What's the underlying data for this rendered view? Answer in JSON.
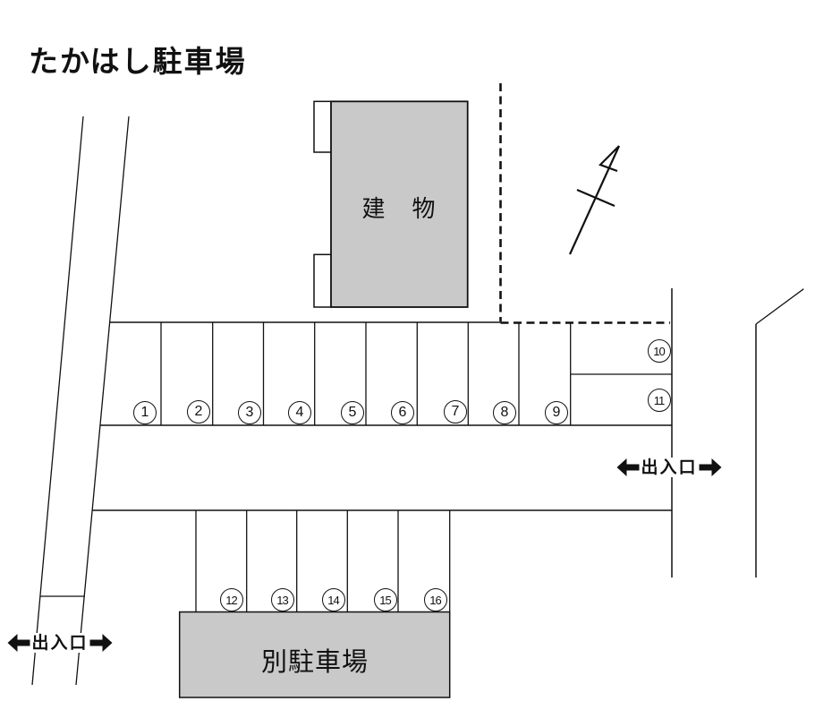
{
  "title": "たかはし駐車場",
  "building": {
    "label": "建　物"
  },
  "annex": {
    "label": "別駐車場"
  },
  "entrances": {
    "right_label": "出入口",
    "left_label": "出入口"
  },
  "spaces": [
    "1",
    "2",
    "3",
    "4",
    "5",
    "6",
    "7",
    "8",
    "9",
    "10",
    "11",
    "12",
    "13",
    "14",
    "15",
    "16"
  ],
  "icons": {
    "north_arrow": "north-arrow",
    "entrance_left_arrow": "left-arrow",
    "entrance_right_arrow": "right-arrow"
  },
  "colors": {
    "building_fill": "#c9c9c9",
    "annex_fill": "#c9c9c9",
    "line": "#111111",
    "background": "#ffffff"
  }
}
